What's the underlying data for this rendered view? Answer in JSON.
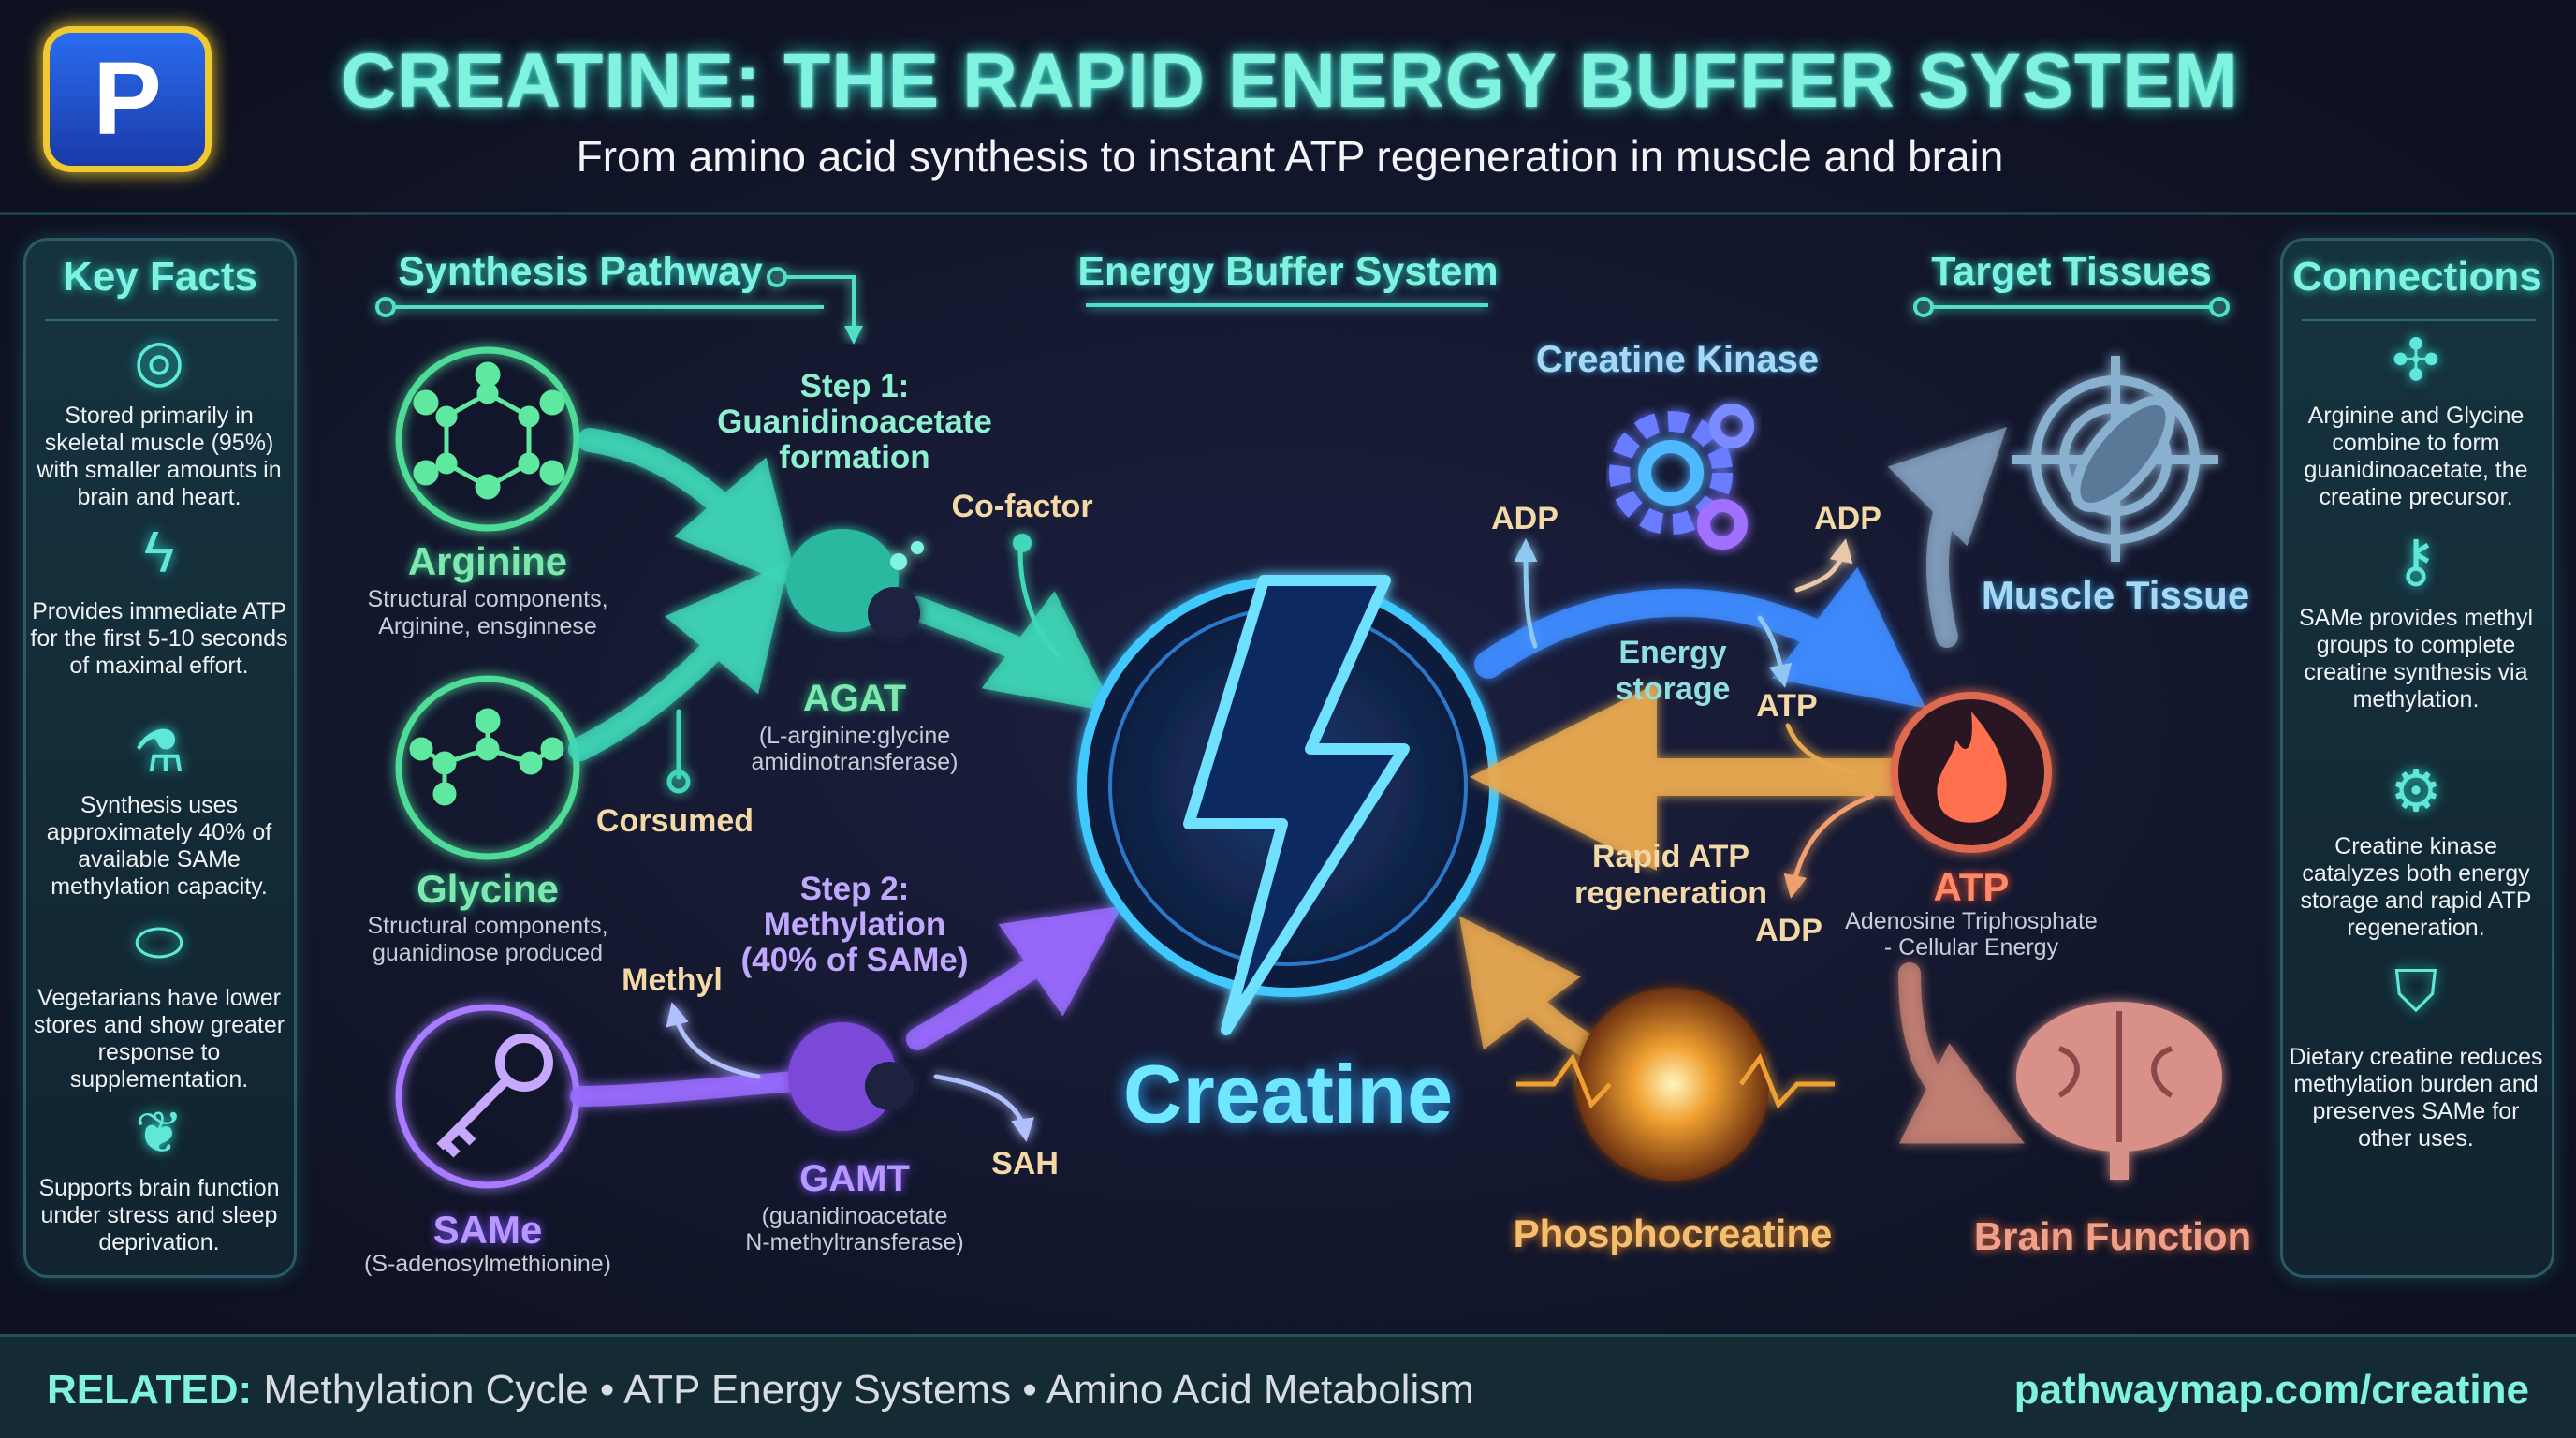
{
  "header": {
    "title": "CREATINE: THE RAPID ENERGY BUFFER SYSTEM",
    "subtitle": "From amino acid synthesis to instant ATP regeneration in muscle and brain",
    "logo_letter": "P"
  },
  "key_facts": {
    "title": "Key Facts",
    "items": [
      {
        "icon": "target-icon",
        "text": "Stored primarily in skeletal muscle (95%) with smaller amounts in brain and heart."
      },
      {
        "icon": "lightning-icon",
        "text": "Provides immediate ATP for the first 5-10 seconds of maximal effort."
      },
      {
        "icon": "flask-icon",
        "text": "Synthesis uses approximately 40% of available SAMe methylation capacity."
      },
      {
        "icon": "pill-icon",
        "text": "Vegetarians have lower stores and show greater response to supplementation."
      },
      {
        "icon": "brain-icon",
        "text": "Supports brain function under stress and sleep deprivation."
      }
    ]
  },
  "connections": {
    "title": "Connections",
    "items": [
      {
        "icon": "network-icon",
        "text": "Arginine and Glycine combine to form guanidinoacetate, the creatine precursor."
      },
      {
        "icon": "key-icon",
        "text": "SAMe provides methyl groups to complete creatine synthesis via methylation."
      },
      {
        "icon": "gear-icon",
        "text": "Creatine kinase catalyzes both energy storage and rapid ATP regeneration."
      },
      {
        "icon": "shield-icon",
        "text": "Dietary creatine reduces methylation burden and preserves SAMe for other uses."
      }
    ]
  },
  "synthesis": {
    "title": "Synthesis Pathway",
    "arginine": {
      "name": "Arginine",
      "desc1": "Structural components,",
      "desc2": "Arginine, ensginnese"
    },
    "glycine": {
      "name": "Glycine",
      "desc1": "Structural components,",
      "desc2": "guanidinose produced"
    },
    "same": {
      "name": "SAMe",
      "desc": "(S-adenosylmethionine)"
    },
    "step1": [
      "Step 1:",
      "Guanidinoacetate",
      "formation"
    ],
    "agat": {
      "name": "AGAT",
      "desc1": "(L-arginine:glycine",
      "desc2": "amidinotransferase)"
    },
    "cofactor": "Co-factor",
    "consumed": "Corsumed",
    "methyl": "Methyl",
    "step2": [
      "Step 2:",
      "Methylation",
      "(40% of SAMe)"
    ],
    "gamt": {
      "name": "GAMT",
      "desc1": "(guanidinoacetate",
      "desc2": "N-methyltransferase)"
    },
    "sah": "SAH"
  },
  "energy": {
    "title": "Energy Buffer System",
    "center": "Creatine",
    "kinase": "Creatine Kinase",
    "adp_left": "ADP",
    "adp_right": "ADP",
    "storage": [
      "Energy",
      "storage"
    ],
    "atp_small": "ATP",
    "rapid": [
      "Rapid ATP",
      "regeneration"
    ],
    "adp_bottom": "ADP",
    "atp": {
      "name": "ATP",
      "desc1": "Adenosine Triphosphate",
      "desc2": "- Cellular Energy"
    },
    "phosphocreatine": "Phosphocreatine"
  },
  "targets": {
    "title": "Target Tissues",
    "muscle": "Muscle Tissue",
    "brain": "Brain Function"
  },
  "footer": {
    "related_label": "RELATED:",
    "related": "Methylation Cycle • ATP Energy Systems • Amino Acid Metabolism",
    "url": "pathwaymap.com/creatine"
  },
  "colors": {
    "accent": "#7ff3e0",
    "synthesis": "#5fe0a0",
    "same": "#a07aff",
    "energy": "#3fb8ff",
    "atp": "#ff6a4a",
    "footer_url": "#7ff3e0"
  }
}
